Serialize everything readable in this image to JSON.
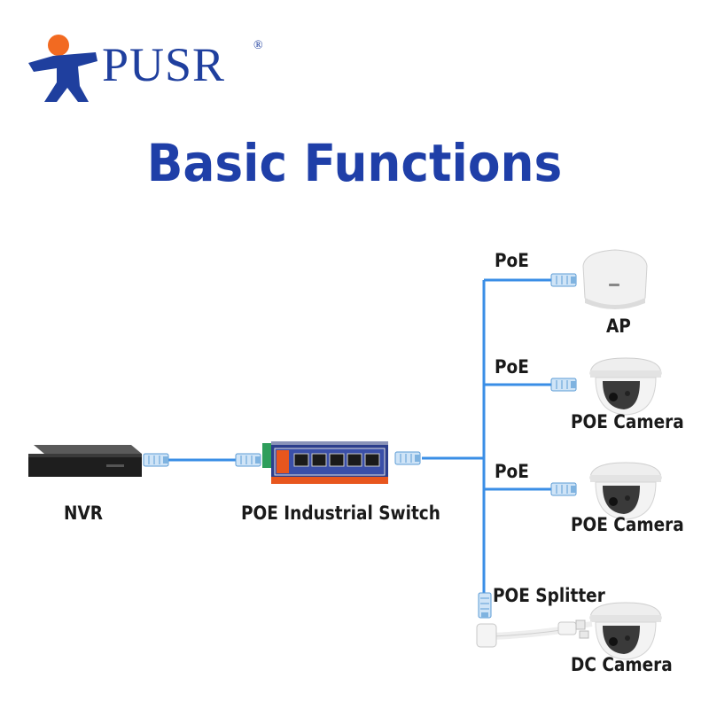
{
  "brand": {
    "name": "PUSR",
    "registered": "®"
  },
  "title": "Basic Functions",
  "devices": {
    "nvr": "NVR",
    "switch": "POE Industrial Switch",
    "ap": "AP",
    "camera1": "POE Camera",
    "camera2": "POE Camera",
    "camera3": "DC  Camera"
  },
  "links": {
    "poe1": "PoE",
    "poe2": "PoE",
    "poe3": "PoE",
    "splitter": "POE Splitter"
  },
  "colors": {
    "brand_blue": "#1f3f9e",
    "brand_orange": "#f26a21",
    "cable": "#3a8ee6",
    "title_blue": "#1f3fa8"
  }
}
